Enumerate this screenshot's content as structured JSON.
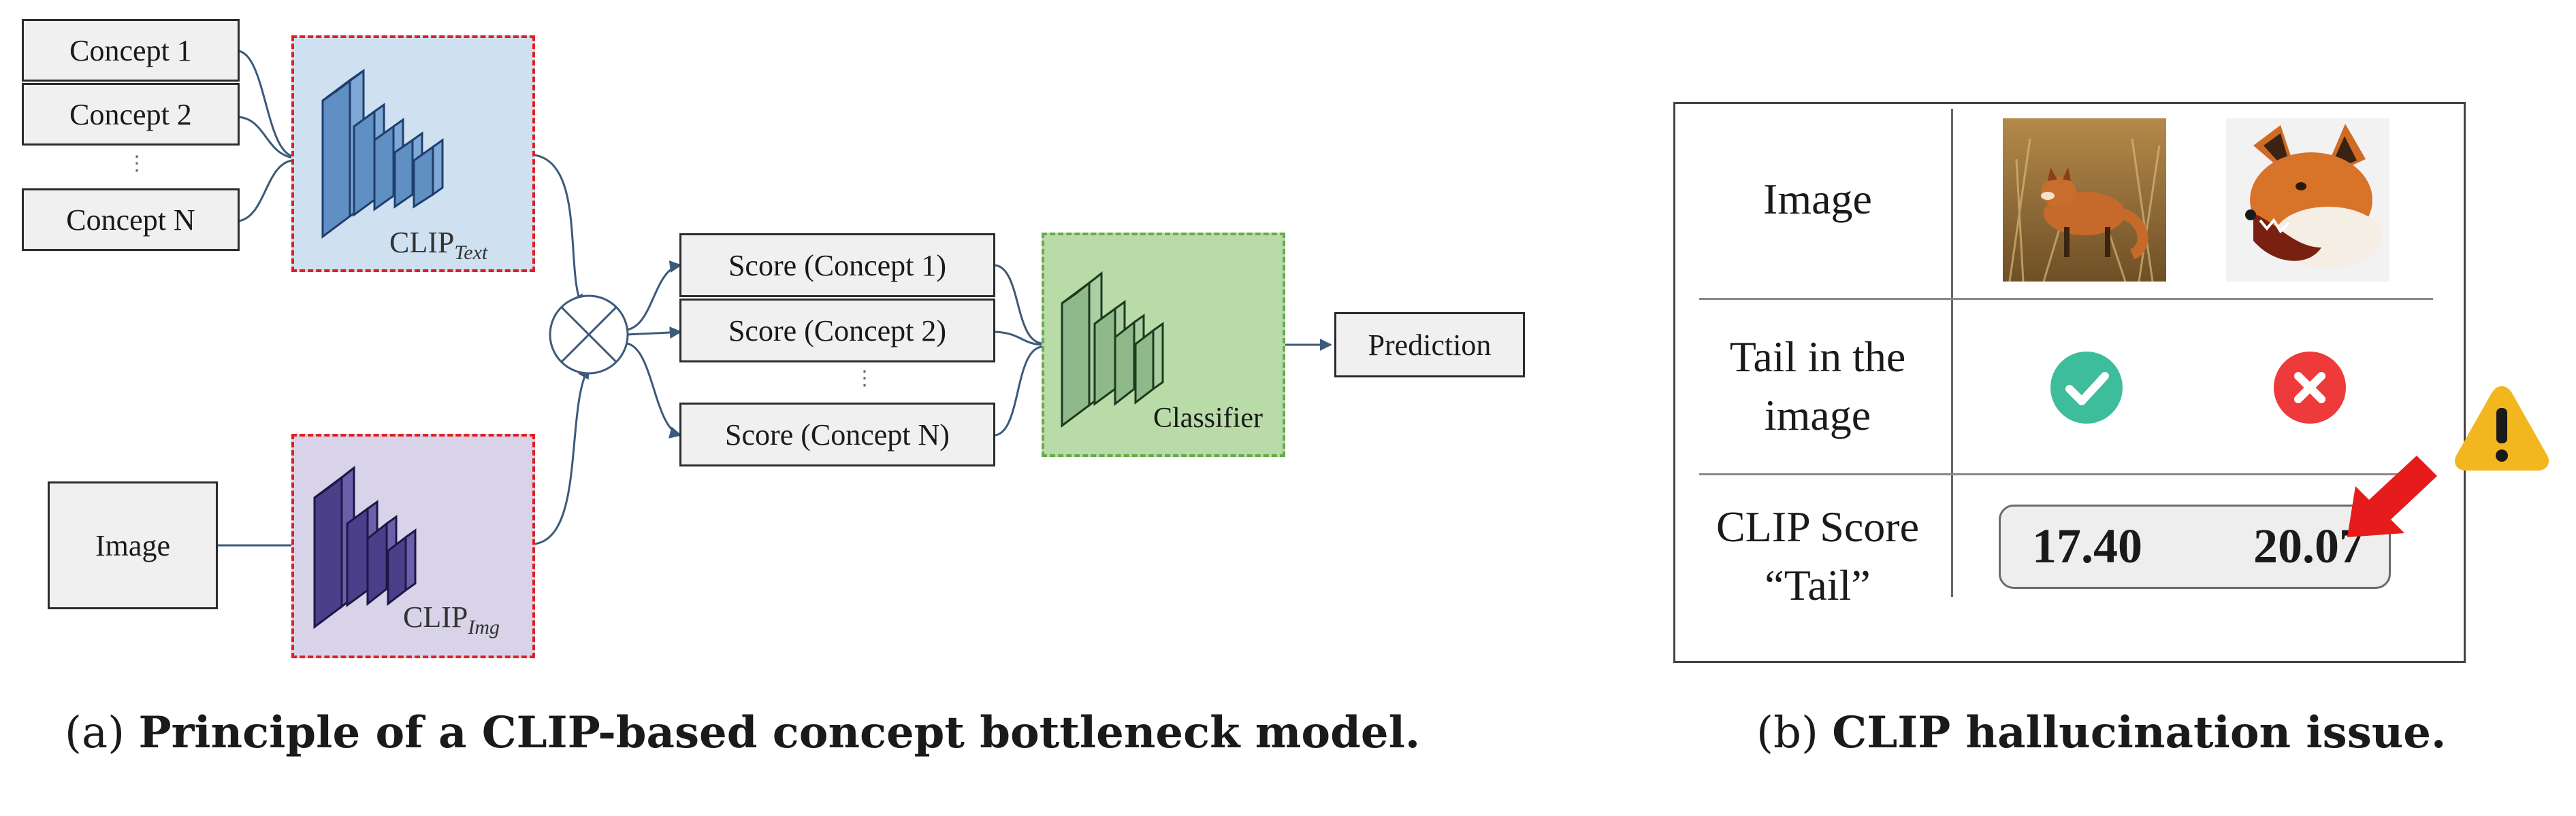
{
  "panel_a": {
    "concepts": [
      "Concept 1",
      "Concept 2",
      "Concept N"
    ],
    "clip_text_label": "CLIP",
    "clip_text_sub": "Text",
    "image_input": "Image",
    "clip_img_label": "CLIP",
    "clip_img_sub": "Img",
    "scores": [
      "Score (Concept 1)",
      "Score (Concept 2)",
      "Score (Concept N)"
    ],
    "classifier_label": "Classifier",
    "prediction_label": "Prediction",
    "colors": {
      "clip_text_bg": "#cfe0f1",
      "clip_img_bg": "#d9d3e9",
      "classifier_bg": "#b8dba8",
      "dash_red": "#e02020",
      "dash_green": "#6aa84f",
      "arrow": "#3c5a7a"
    },
    "caption_prefix": "(a)",
    "caption_bold": "Principle of a CLIP-based concept bottleneck model."
  },
  "panel_b": {
    "row_image_label": "Image",
    "row_tail_label_1": "Tail in the",
    "row_tail_label_2": "image",
    "row_score_label_1": "CLIP Score",
    "row_score_label_2": "“Tail”",
    "score_left": "17.40",
    "score_right": "20.07",
    "image_icons": [
      "fox-standing-photo",
      "fox-snarling-photo"
    ],
    "check_status": [
      "check-icon",
      "cross-icon"
    ],
    "colors": {
      "check": "#3dbd9c",
      "cross": "#ee3a3a",
      "warning": "#f2b71f",
      "arrow": "#e61c1c"
    },
    "caption_prefix": "(b)",
    "caption_bold": "CLIP hallucination issue."
  }
}
